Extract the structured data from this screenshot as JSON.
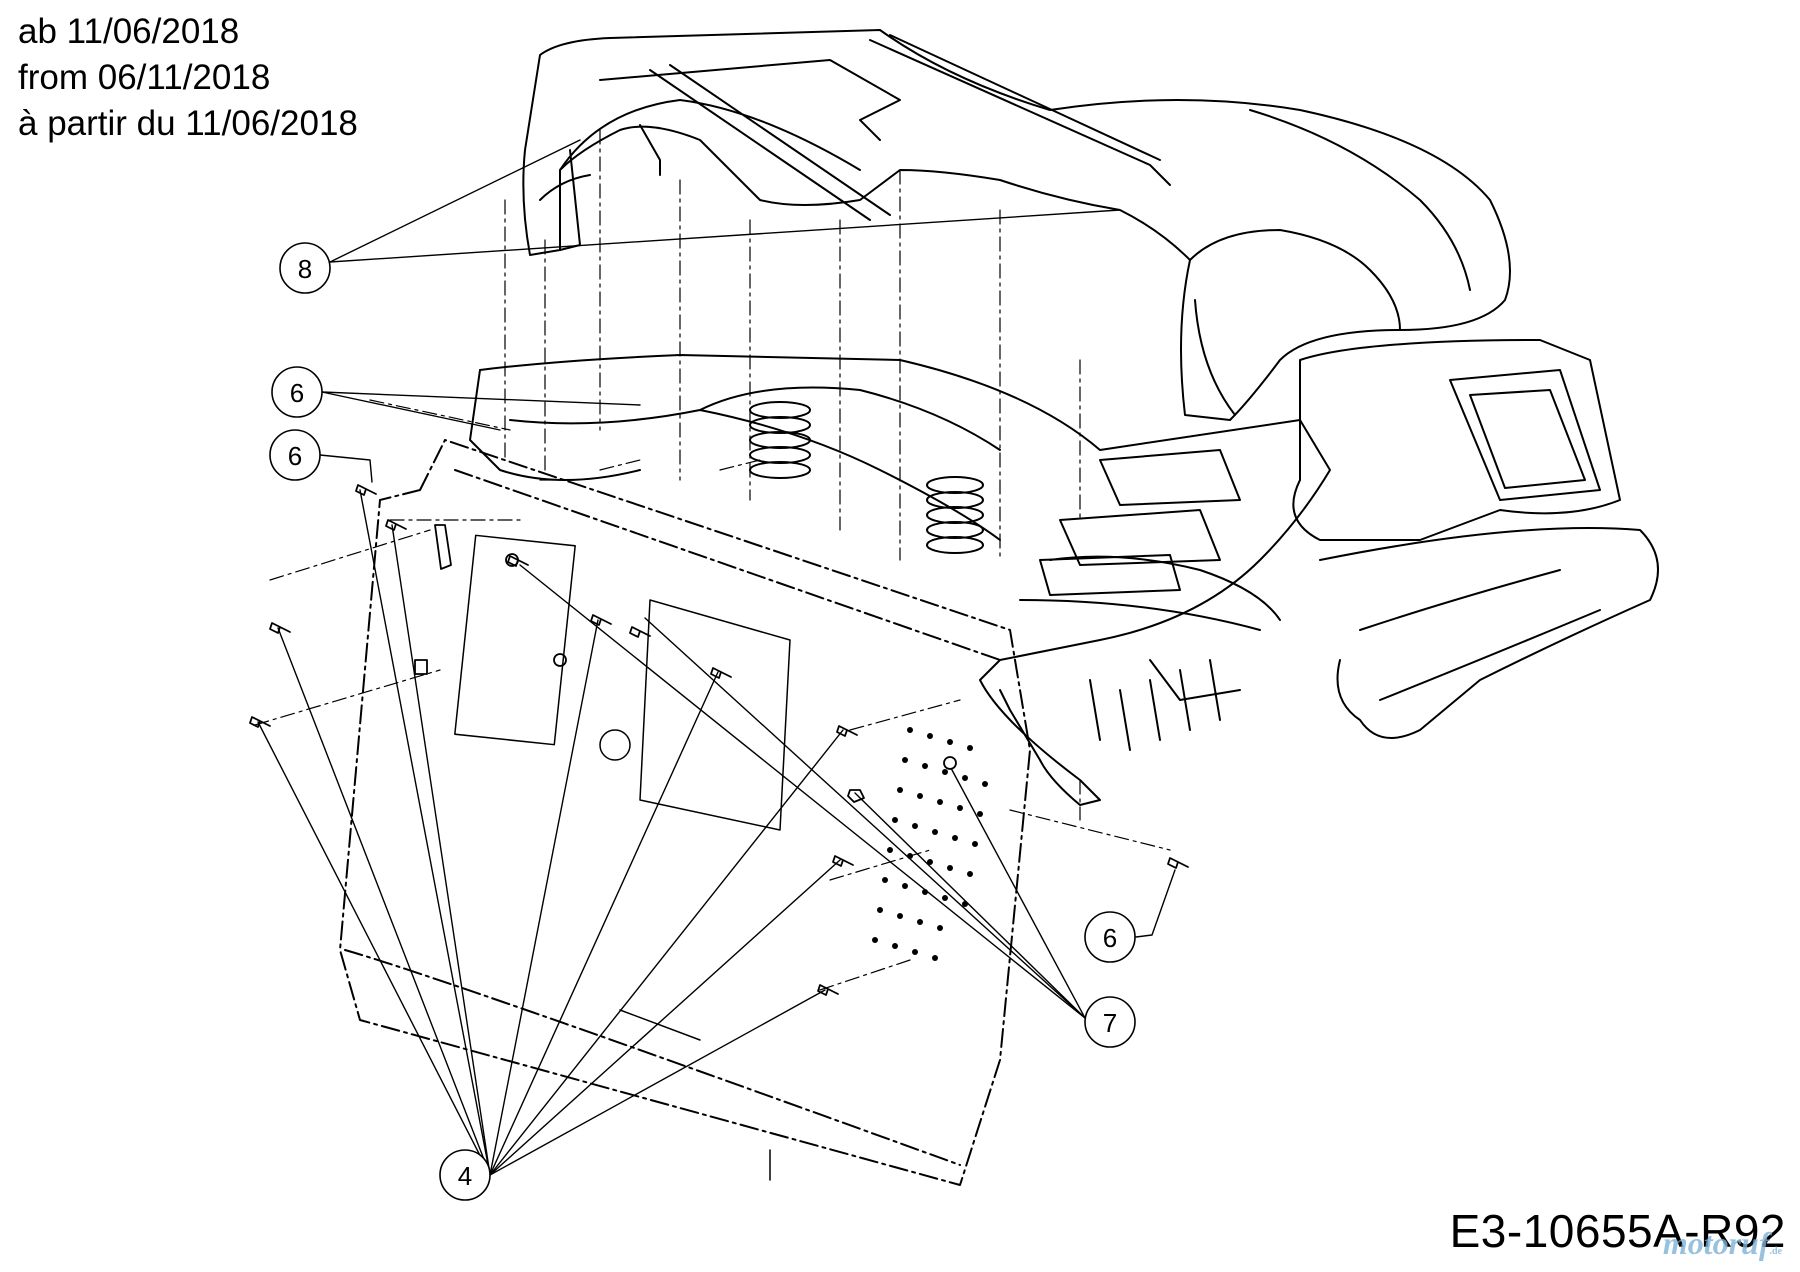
{
  "notes": {
    "line_de": "ab 11/06/2018",
    "line_en": "from 06/11/2018",
    "line_fr": "à partir du 11/06/2018"
  },
  "callouts": {
    "label_8": "8",
    "label_6_upper": "6",
    "label_6_left": "6",
    "label_6_right": "6",
    "label_7": "7",
    "label_4": "4"
  },
  "drawing_code": "E3-10655A-R92",
  "watermark": {
    "text": "motoruf",
    "suffix": ".de",
    "color": "#7fb2d8"
  }
}
